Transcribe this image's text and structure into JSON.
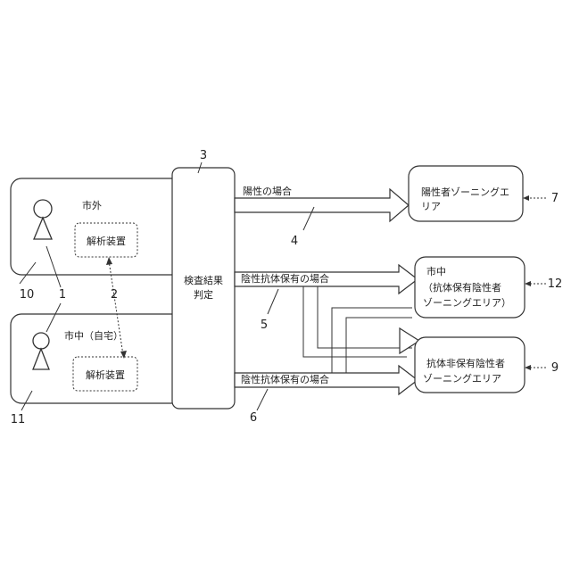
{
  "numbers": {
    "n1": "1",
    "n2": "2",
    "n3": "3",
    "n4": "4",
    "n5": "5",
    "n6": "6",
    "n7": "7",
    "n9": "9",
    "n10": "10",
    "n11": "11",
    "n12": "12"
  },
  "regions": {
    "outside_city": "市外",
    "inside_city_home": "市中（自宅）"
  },
  "devices": {
    "analyzer_outside": "解析装置",
    "analyzer_home": "解析装置"
  },
  "judgement": {
    "line1": "検査結果",
    "line2": "判定"
  },
  "arrows": {
    "positive": "陽性の場合",
    "negative_with_antibody": "陰性抗体保有の場合",
    "negative_without_antibody": "陰性抗体保有の場合"
  },
  "zones": {
    "positive_zone_line1": "陽性者ゾーニングエ",
    "positive_zone_line2": "リア",
    "city_zone_line1": "市中",
    "city_zone_line2": "（抗体保有陰性者",
    "city_zone_line3": "ゾーニングエリア）",
    "nonantibody_zone_line1": "抗体非保有陰性者",
    "nonantibody_zone_line2": "ゾーニングエリア"
  }
}
